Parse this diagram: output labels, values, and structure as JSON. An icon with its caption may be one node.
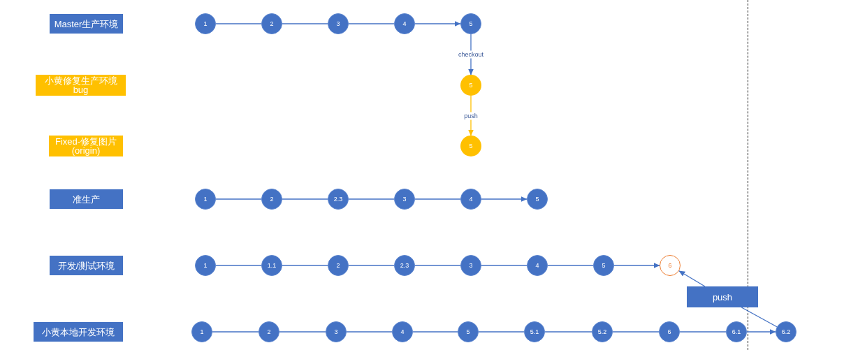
{
  "diagram": {
    "nodes": [
      {
        "text": [
          "Master生产环境"
        ]
      },
      {
        "text": [
          "1"
        ]
      },
      {
        "text": [
          "2"
        ]
      },
      {
        "text": [
          "3"
        ]
      },
      {
        "text": [
          "4"
        ]
      },
      {
        "text": [
          "5"
        ]
      },
      {
        "text": [
          "小黄修复生产环境 bug"
        ]
      },
      {
        "text": [
          "5"
        ]
      },
      {
        "text": [
          "Fixed-修复图片 (origin)"
        ]
      },
      {
        "text": [
          "5"
        ]
      },
      {
        "text": [
          "准生产"
        ]
      },
      {
        "text": [
          "1"
        ]
      },
      {
        "text": [
          "2"
        ]
      },
      {
        "text": [
          "2.3"
        ]
      },
      {
        "text": [
          "3"
        ]
      },
      {
        "text": [
          "4"
        ]
      },
      {
        "text": [
          "5"
        ]
      },
      {
        "text": [
          "开发/测试环境"
        ]
      },
      {
        "text": [
          "1"
        ]
      },
      {
        "text": [
          "1.1"
        ]
      },
      {
        "text": [
          "2"
        ]
      },
      {
        "text": [
          "2.3"
        ]
      },
      {
        "text": [
          "3"
        ]
      },
      {
        "text": [
          "4"
        ]
      },
      {
        "text": [
          "5"
        ]
      },
      {
        "text": [
          "6"
        ]
      },
      {
        "text": [
          "push"
        ]
      },
      {
        "text": [
          "小黄本地开发环境"
        ]
      },
      {
        "text": [
          "1"
        ]
      },
      {
        "text": [
          "2"
        ]
      },
      {
        "text": [
          "3"
        ]
      },
      {
        "text": [
          "4"
        ]
      },
      {
        "text": [
          "5"
        ]
      },
      {
        "text": [
          "5.1"
        ]
      },
      {
        "text": [
          "5.2"
        ]
      },
      {
        "text": [
          "6"
        ]
      },
      {
        "text": [
          "6.1"
        ]
      },
      {
        "text": [
          "6.2"
        ]
      }
    ],
    "edges": [
      {
        "from": 1,
        "to": 2,
        "arrow": "none"
      },
      {
        "from": 2,
        "to": 3,
        "arrow": "none"
      },
      {
        "from": 3,
        "to": 4,
        "arrow": "none"
      },
      {
        "from": 4,
        "to": 5,
        "arrow": "to"
      },
      {
        "from": 5,
        "to": 7,
        "arrow": "to",
        "label": "checkout"
      },
      {
        "from": 7,
        "to": 9,
        "arrow": "to",
        "label": "push",
        "color": "#ffc000"
      },
      {
        "from": 11,
        "to": 12,
        "arrow": "none"
      },
      {
        "from": 12,
        "to": 13,
        "arrow": "none"
      },
      {
        "from": 13,
        "to": 14,
        "arrow": "none"
      },
      {
        "from": 14,
        "to": 15,
        "arrow": "none"
      },
      {
        "from": 15,
        "to": 16,
        "arrow": "to"
      },
      {
        "from": 18,
        "to": 19,
        "arrow": "none"
      },
      {
        "from": 19,
        "to": 20,
        "arrow": "none"
      },
      {
        "from": 20,
        "to": 21,
        "arrow": "none"
      },
      {
        "from": 21,
        "to": 22,
        "arrow": "none"
      },
      {
        "from": 22,
        "to": 23,
        "arrow": "none"
      },
      {
        "from": 23,
        "to": 24,
        "arrow": "none"
      },
      {
        "from": 24,
        "to": 25,
        "arrow": "to"
      },
      {
        "from": 28,
        "to": 29,
        "arrow": "none"
      },
      {
        "from": 29,
        "to": 30,
        "arrow": "none"
      },
      {
        "from": 30,
        "to": 31,
        "arrow": "none"
      },
      {
        "from": 31,
        "to": 32,
        "arrow": "none"
      },
      {
        "from": 32,
        "to": 33,
        "arrow": "none"
      },
      {
        "from": 33,
        "to": 34,
        "arrow": "none"
      },
      {
        "from": 34,
        "to": 35,
        "arrow": "none"
      },
      {
        "from": 35,
        "to": 36,
        "arrow": "none"
      },
      {
        "from": 36,
        "to": 37,
        "arrow": "to"
      },
      {
        "from": 37,
        "to": 26,
        "arrow": "none"
      },
      {
        "from": 26,
        "to": 25,
        "arrow": "to"
      }
    ]
  }
}
